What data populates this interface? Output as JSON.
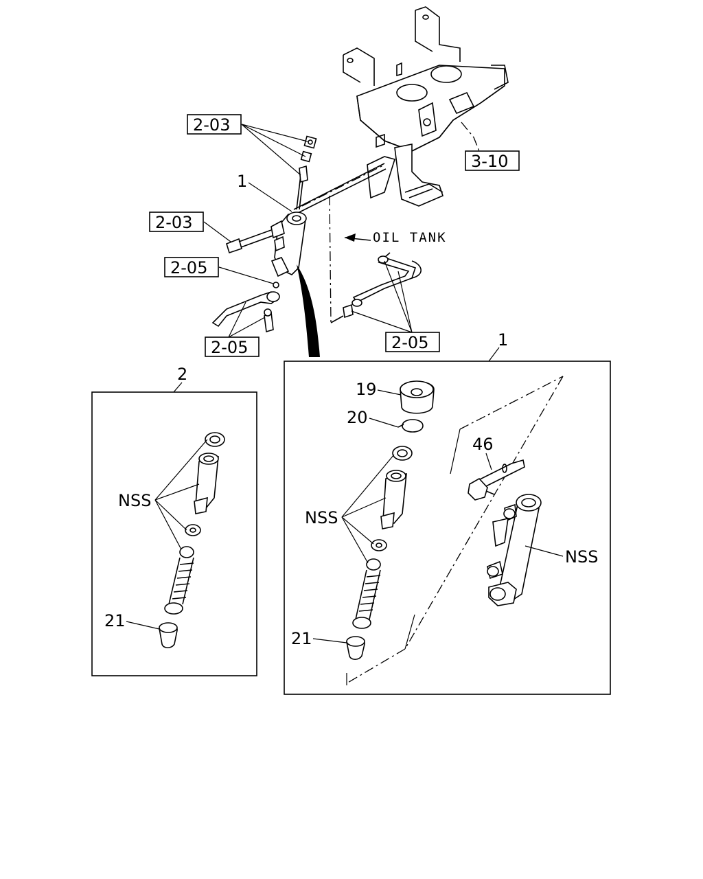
{
  "callouts": {
    "ref_2_03_top": "2-03",
    "ref_2_03_mid": "2-03",
    "ref_2_05_left": "2-05",
    "ref_2_05_bottom": "2-05",
    "ref_2_05_right": "2-05",
    "ref_3_10": "3-10",
    "part_1_main": "1",
    "oil_tank": "OIL TANK"
  },
  "panel_2": {
    "title": "2",
    "nss": "NSS",
    "part_21": "21"
  },
  "panel_1": {
    "title": "1",
    "part_19": "19",
    "part_20": "20",
    "part_46": "46",
    "nss_left": "NSS",
    "nss_right": "NSS",
    "part_21": "21"
  }
}
